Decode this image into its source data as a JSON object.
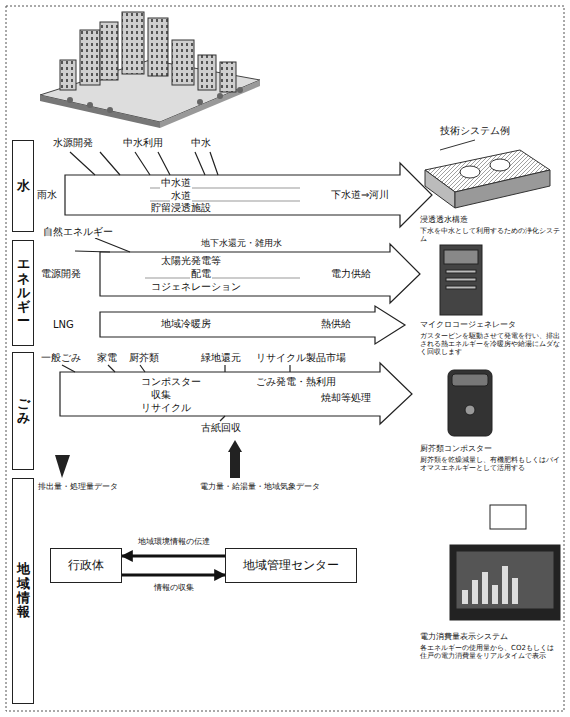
{
  "diagram": {
    "nodes": [
      {
        "text": [
          "水"
        ]
      },
      {
        "text": [
          "エネルギー"
        ]
      },
      {
        "text": [
          "ごみ"
        ]
      },
      {
        "text": [
          "地域情報"
        ]
      },
      {
        "text": [
          "行政体"
        ]
      },
      {
        "text": [
          "地域管理センター"
        ]
      }
    ],
    "edges": [
      {
        "from": 5,
        "to": 4,
        "label": "地域環境情報の伝達",
        "arrow": "to"
      },
      {
        "from": 4,
        "to": 5,
        "label": "情報の収集",
        "arrow": "to"
      }
    ],
    "labels": [
      "水源開発",
      "中水利用",
      "中水",
      "雨水",
      "中水道",
      "水道",
      "貯留浸透施設",
      "下水道⇒河川",
      "自然エネルギー",
      "地下水還元・雑用水",
      "電源開発",
      "太陽光発電等",
      "配電",
      "コジェネレーション",
      "電力供給",
      "LNG",
      "地域冷暖房",
      "熱供給",
      "一般ごみ",
      "家電",
      "厨芥類",
      "緑地還元",
      "リサイクル製品市場",
      "コンポスター",
      "ごみ発電・熱利用",
      "収集",
      "リサイクル",
      "焼却等処理",
      "古紙回収",
      "排出量・処理量データ",
      "電力量・給湯量・地域気象データ",
      "技術システム例",
      "浸透透水構造",
      "下水を中水として利用するための浄化システム",
      "マイクロコージェネレータ",
      "ガスタービンを駆動させて発電を行い、排出される熱エネルギーを冷暖房や給湯にムダなく回収します",
      "厨芥類コンポスター",
      "厨芥類を乾燥減量し、有機肥料もしくはバイオマスエネルギーとして活用する",
      "電力消費量表示システム",
      "各エネルギーの使用量から、CO2もしくは住戸の電力消費量をリアルタイムで表示"
    ]
  }
}
